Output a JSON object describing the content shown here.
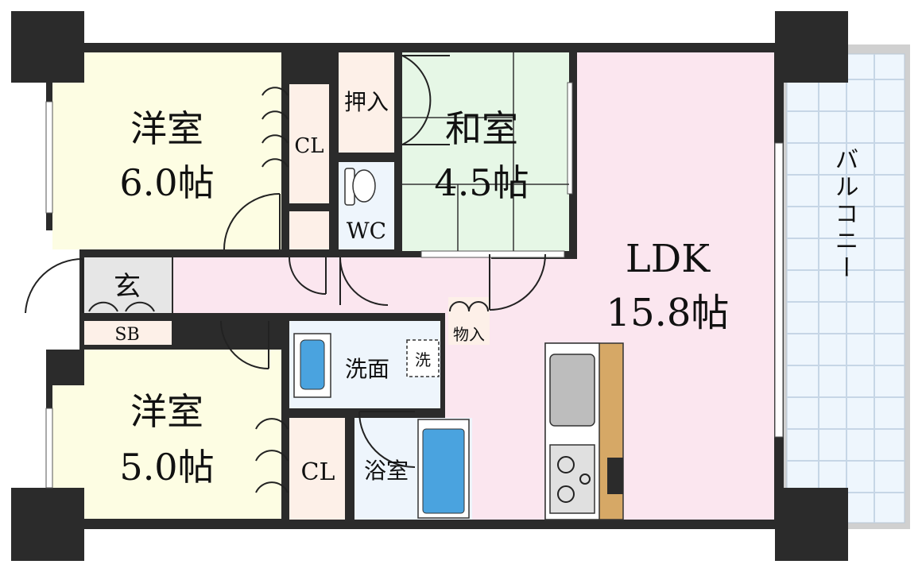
{
  "rooms": {
    "western_upper": {
      "name": "洋室",
      "size": "6.0帖"
    },
    "western_lower": {
      "name": "洋室",
      "size": "5.0帖"
    },
    "japanese": {
      "name": "和室",
      "size": "4.5帖"
    },
    "ldk": {
      "name": "LDK",
      "size": "15.8帖"
    }
  },
  "labels": {
    "closet_upper": "CL",
    "closet_lower": "CL",
    "oshiire": "押入",
    "wc": "WC",
    "entrance": "玄",
    "shoe_box": "SB",
    "storage": "物入",
    "washroom": "洗面",
    "washer": "洗",
    "bath": "浴室",
    "balcony": "バルコニー"
  },
  "colors": {
    "wall": "#2b2b2b",
    "western": "#fdfde3",
    "japanese": "#e6f7e6",
    "ldk": "#fbe6ef",
    "closet": "#fdf0e8",
    "wet": "#eef5fc",
    "entrance": "#e6e6e6",
    "balcony": "#eef6fd",
    "kitchen_wood": "#d6a866"
  }
}
